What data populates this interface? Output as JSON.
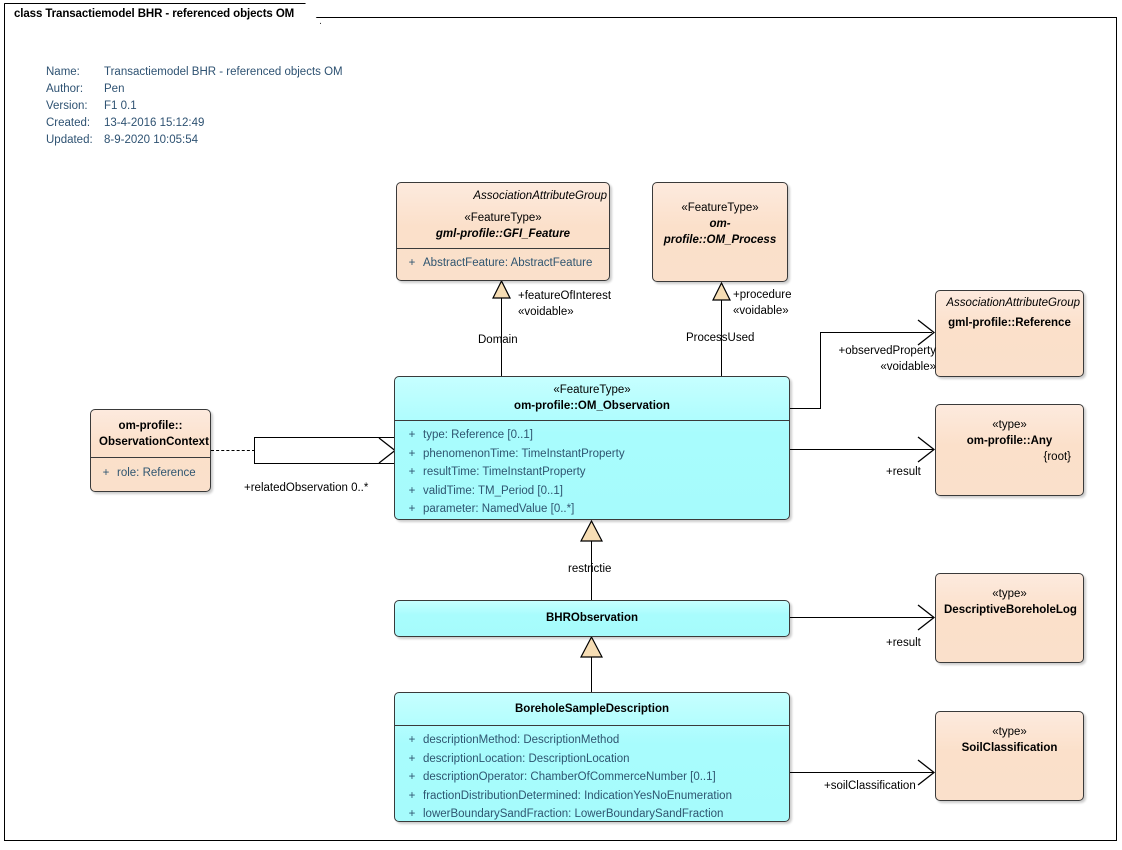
{
  "diagram": {
    "tab_title": "class Transactiemodel BHR - referenced objects OM",
    "metadata": [
      {
        "key": "Name:",
        "value": "Transactiemodel BHR - referenced objects OM"
      },
      {
        "key": "Author:",
        "value": "Pen"
      },
      {
        "key": "Version:",
        "value": "F1 0.1"
      },
      {
        "key": "Created:",
        "value": "13-4-2016 15:12:49"
      },
      {
        "key": "Updated:",
        "value": "8-9-2020 10:05:54"
      }
    ],
    "colors": {
      "peach_fill": "#fae0cb",
      "cyan_fill": "#a8fcfd",
      "border": "#3a3a3a",
      "attr_text": "#2f5570",
      "meta_text": "#2e5272",
      "generalization_fill": "#f6ddb4"
    }
  },
  "nodes": {
    "gfi_feature": {
      "aag": "AssociationAttributeGroup",
      "stereotype": "«FeatureType»",
      "name": "gml-profile::GFI_Feature",
      "attributes": [
        {
          "visibility": "+",
          "text": "AbstractFeature: AbstractFeature"
        }
      ]
    },
    "om_process": {
      "stereotype": "«FeatureType»",
      "name": "om-profile::OM_Process"
    },
    "om_observation": {
      "stereotype": "«FeatureType»",
      "name": "om-profile::OM_Observation",
      "attributes": [
        {
          "visibility": "+",
          "text": "type: Reference [0..1]"
        },
        {
          "visibility": "+",
          "text": "phenomenonTime: TimeInstantProperty"
        },
        {
          "visibility": "+",
          "text": "resultTime: TimeInstantProperty"
        },
        {
          "visibility": "+",
          "text": "validTime: TM_Period [0..1]"
        },
        {
          "visibility": "+",
          "text": "parameter: NamedValue [0..*]"
        }
      ]
    },
    "observation_context": {
      "name_line1": "om-profile::",
      "name_line2": "ObservationContext",
      "attributes": [
        {
          "visibility": "+",
          "text": "role: Reference"
        }
      ]
    },
    "reference": {
      "aag": "AssociationAttributeGroup",
      "name": "gml-profile::Reference"
    },
    "any": {
      "stereotype": "«type»",
      "name": "om-profile::Any",
      "root": "{root}"
    },
    "bhr_observation": {
      "name": "BHRObservation"
    },
    "descriptive_borehole_log": {
      "stereotype": "«type»",
      "name": "DescriptiveBoreholeLog"
    },
    "borehole_sample_description": {
      "name": "BoreholeSampleDescription",
      "attributes": [
        {
          "visibility": "+",
          "text": "descriptionMethod: DescriptionMethod"
        },
        {
          "visibility": "+",
          "text": "descriptionLocation: DescriptionLocation"
        },
        {
          "visibility": "+",
          "text": "descriptionOperator: ChamberOfCommerceNumber [0..1]"
        },
        {
          "visibility": "+",
          "text": "fractionDistributionDetermined: IndicationYesNoEnumeration"
        },
        {
          "visibility": "+",
          "text": "lowerBoundarySandFraction: LowerBoundarySandFraction"
        }
      ]
    },
    "soil_classification": {
      "stereotype": "«type»",
      "name": "SoilClassification"
    }
  },
  "edges": {
    "feature_of_interest": {
      "role": "+featureOfInterest",
      "stereotype": "«voidable»",
      "assoc_name": "Domain"
    },
    "procedure": {
      "role": "+procedure",
      "stereotype": "«voidable»",
      "assoc_name": "ProcessUsed"
    },
    "observed_property": {
      "role": "+observedProperty",
      "stereotype": "«voidable»"
    },
    "result_any": {
      "role": "+result"
    },
    "related_observation": {
      "role": "+relatedObservation 0..*"
    },
    "restrictie": {
      "name": "restrictie"
    },
    "result_log": {
      "role": "+result"
    },
    "soil_classification": {
      "role": "+soilClassification"
    }
  }
}
